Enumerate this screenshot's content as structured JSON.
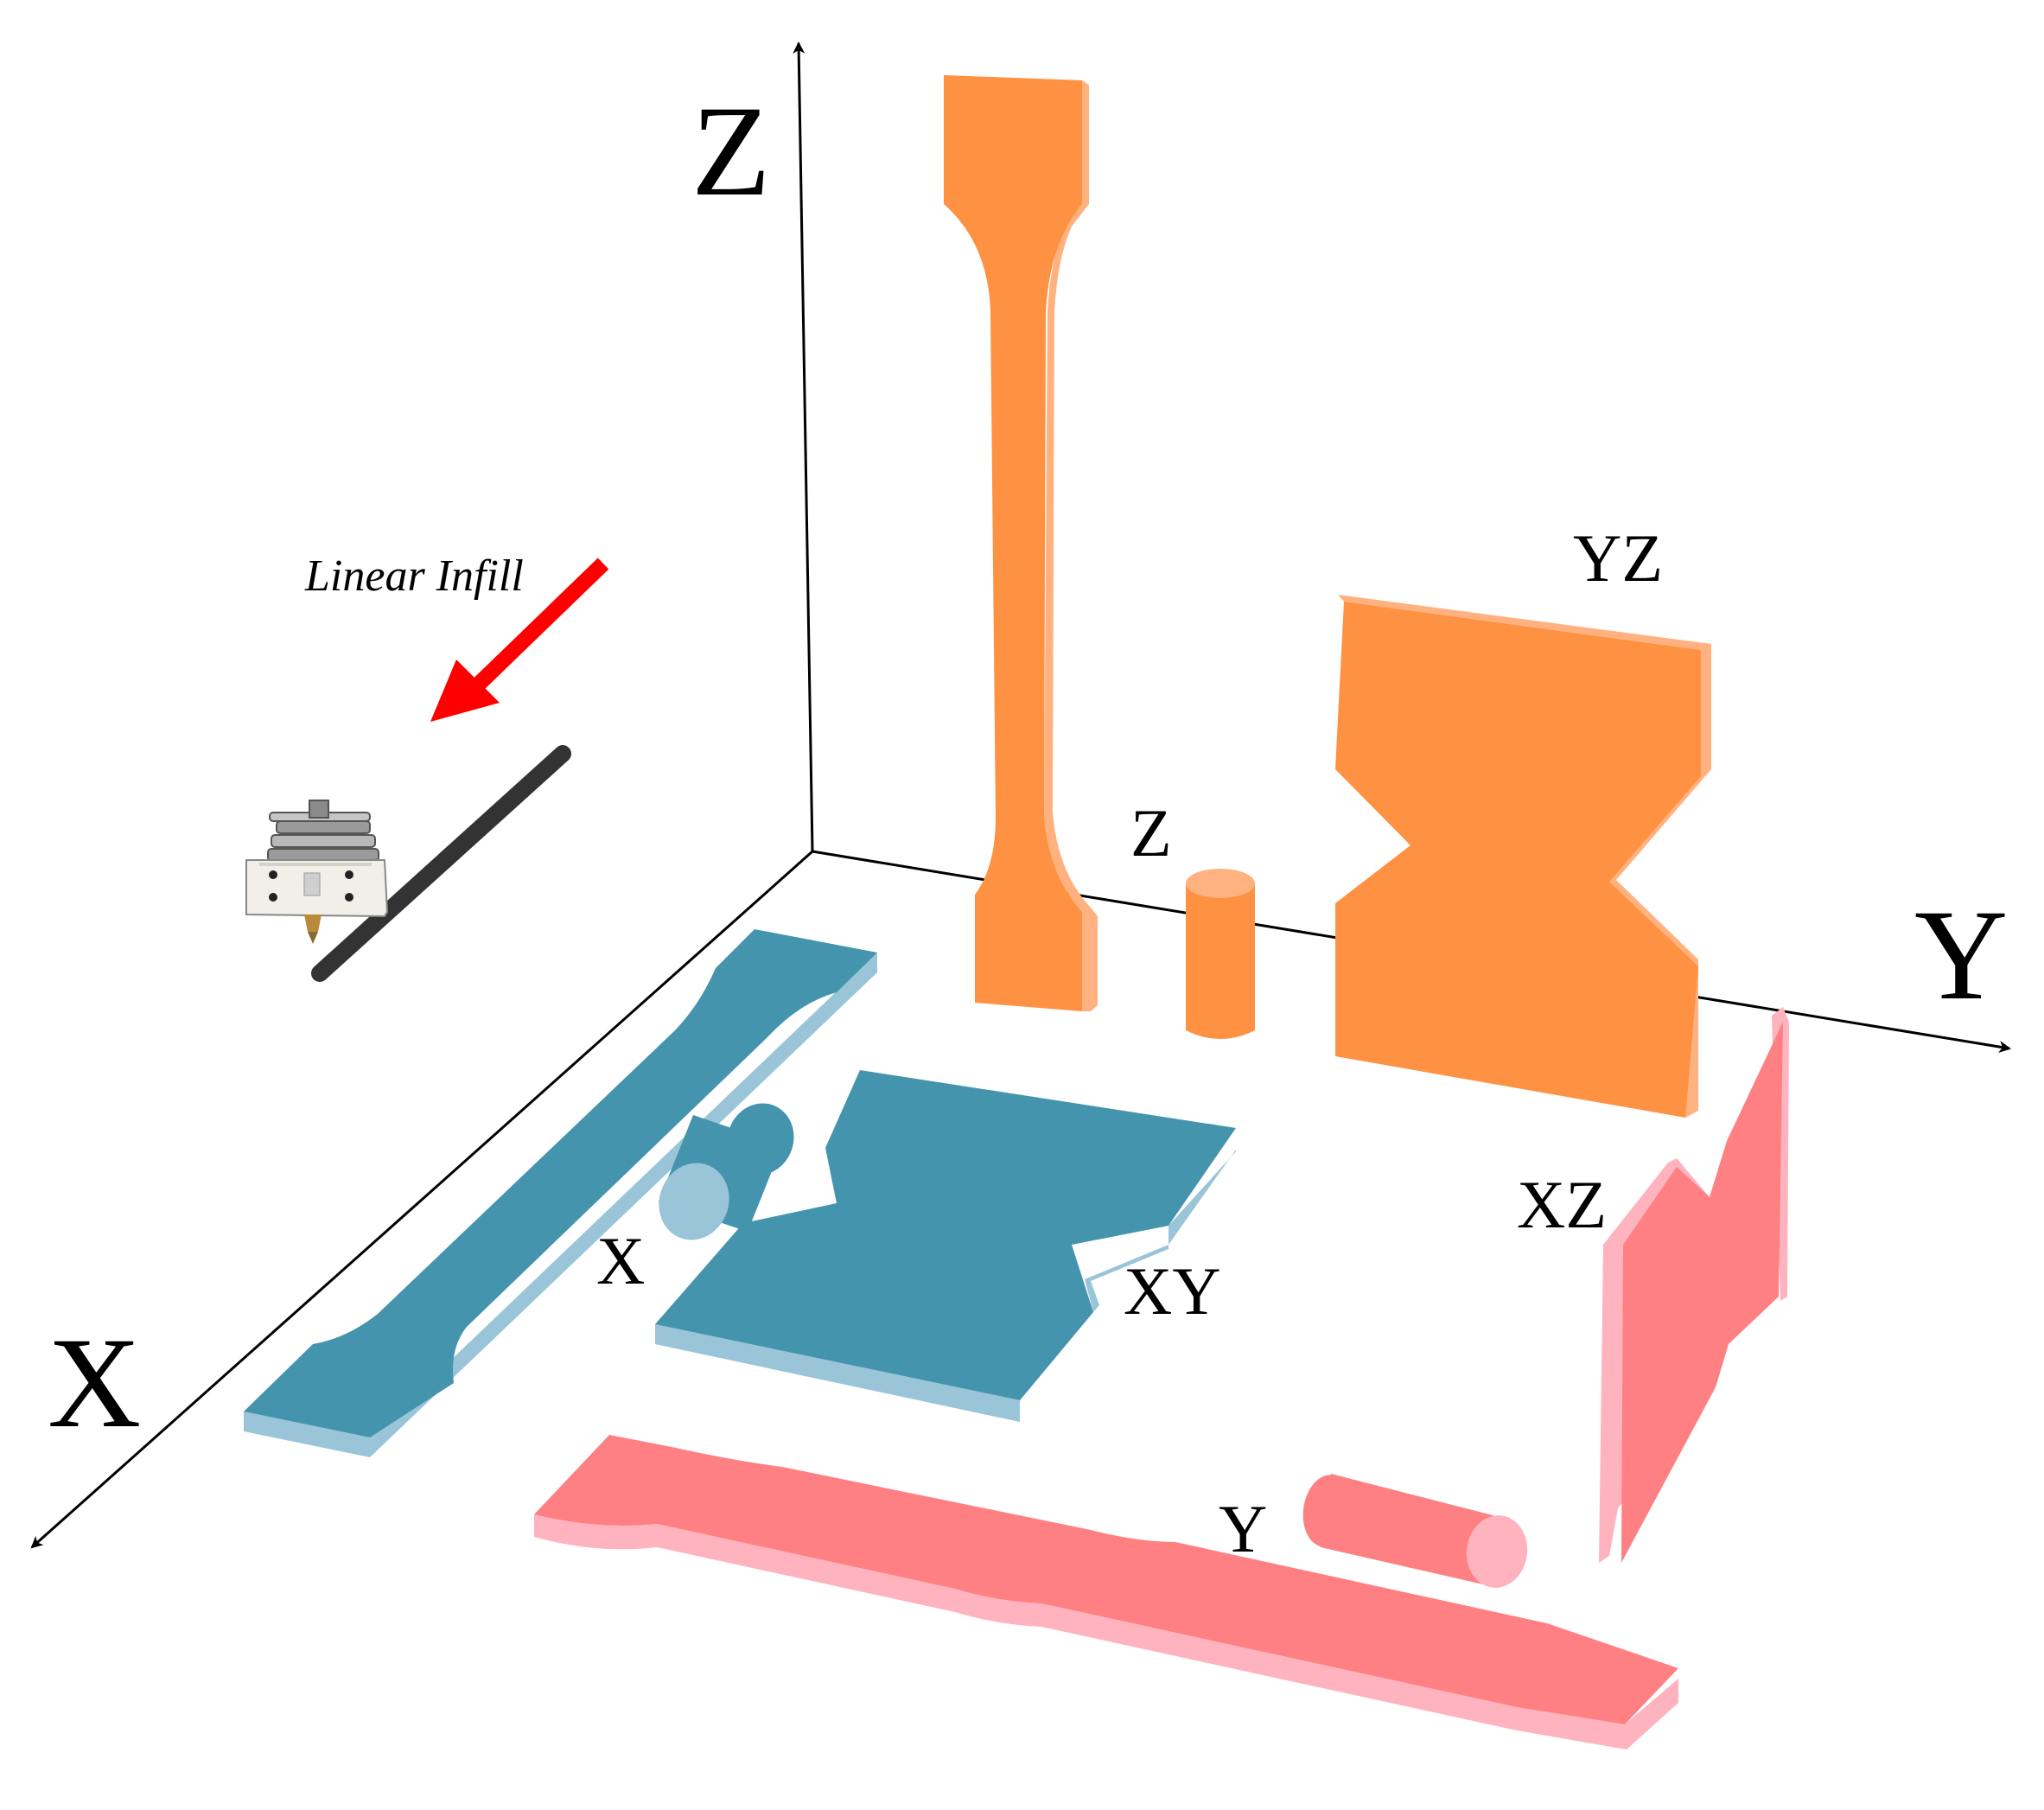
{
  "axes": {
    "x_label": "X",
    "y_label": "Y",
    "z_label": "Z"
  },
  "specimen_labels": {
    "z": "Z",
    "yz": "YZ",
    "x": "X",
    "xy": "XY",
    "xz": "XZ",
    "y": "Y"
  },
  "annotation": {
    "infill_label": "Linear Infill"
  },
  "colors": {
    "orange_face": "#FF9142",
    "orange_side": "#FFB27F",
    "blue_face": "#4494AE",
    "blue_side": "#9AC5D8",
    "pink_face": "#FF8082",
    "pink_side": "#FFB3BE",
    "arrow_red": "#FF0000",
    "rod": "#333333"
  }
}
